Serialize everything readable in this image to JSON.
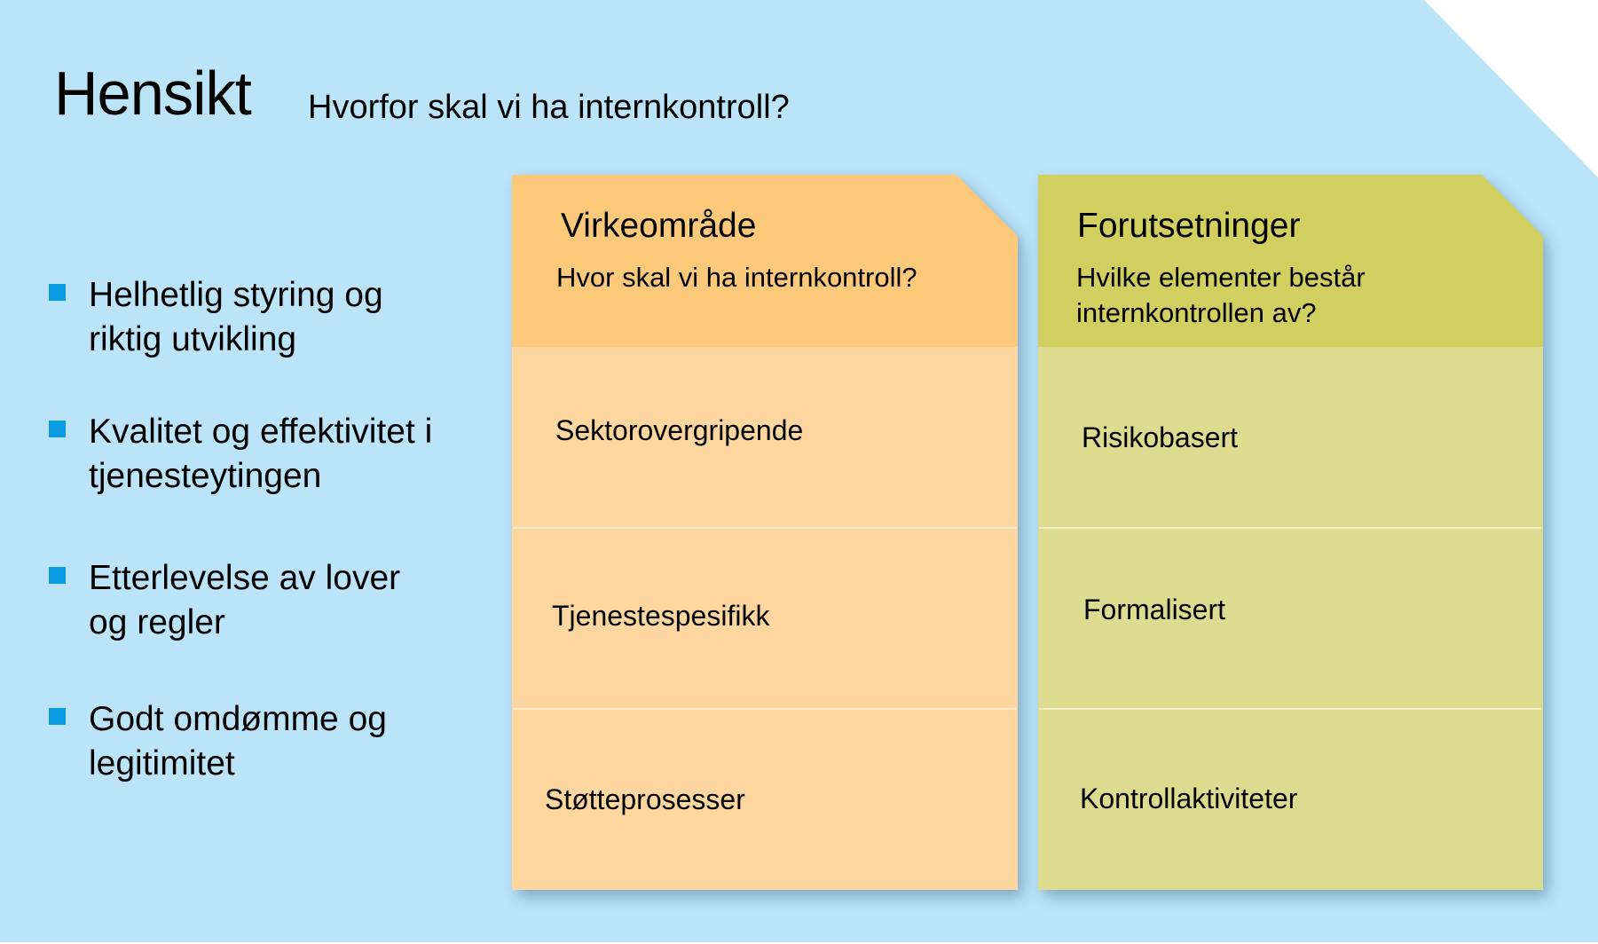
{
  "header": {
    "title": "Hensikt",
    "subtitle": "Hvorfor skal vi ha internkontroll?"
  },
  "purposes": {
    "items": [
      {
        "label": "Helhetlig styring og riktig utvikling"
      },
      {
        "label": "Kvalitet og effektivitet i tjenesteytingen"
      },
      {
        "label": "Etterlevelse av lover og regler"
      },
      {
        "label": "Godt omdømme og legitimitet"
      }
    ],
    "bullet_color": "#0A9BE0"
  },
  "cards": [
    {
      "title": "Virkeområde",
      "question": "Hvor skal vi ha internkontroll?",
      "header_color": "#FCC97A",
      "body_color": "#FDD79F",
      "rows": [
        {
          "label": "Sektorovergripende"
        },
        {
          "label": "Tjenestespesifikk"
        },
        {
          "label": "Støtteprosesser"
        }
      ]
    },
    {
      "title": "Forutsetninger",
      "question": "Hvilke elementer består internkontrollen av?",
      "header_color": "#D0CF5F",
      "body_color": "#DDDB90",
      "rows": [
        {
          "label": "Risikobasert"
        },
        {
          "label": "Formalisert"
        },
        {
          "label": "Kontrollaktiviteter"
        }
      ]
    }
  ],
  "colors": {
    "background": "#BCE4F8"
  }
}
